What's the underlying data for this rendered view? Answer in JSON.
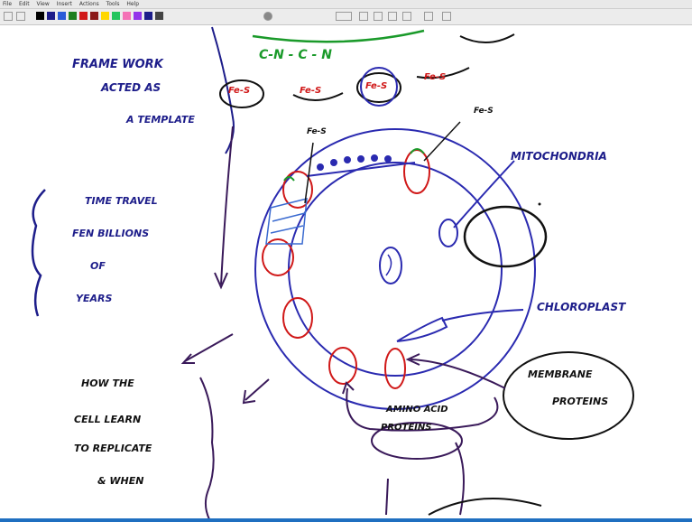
{
  "menu": {
    "items": [
      "File",
      "Edit",
      "View",
      "Insert",
      "Actions",
      "Tools",
      "Help"
    ]
  },
  "toolbar": {
    "colors": [
      "#000000",
      "#1d1d8a",
      "#2a5bd7",
      "#1e7f1e",
      "#d01818",
      "#8b1a1a",
      "#ffd700",
      "#22c55e",
      "#f472b6",
      "#9333ea",
      "#1d1d8a",
      "#444444"
    ]
  },
  "notes": {
    "framework": [
      "FRAME WORK",
      "ACTED AS",
      "A TEMPLATE"
    ],
    "cn": "C-N  -  C - N",
    "fes_labels": [
      "Fe-S",
      "Fe-S",
      "Fe-S",
      "Fe-S"
    ],
    "fes_small": [
      "Fe-S",
      "Fe-S"
    ],
    "time": [
      "TIME  TRAVEL",
      "FEN  BILLIONS",
      "OF",
      "YEARS"
    ],
    "mito": "MITOCHONDRIA",
    "chloro": "CHLOROPLAST",
    "membrane": [
      "MEMBRANE",
      "PROTEINS"
    ],
    "amino": [
      "AMINO  ACID",
      "PROTEINS"
    ],
    "cell": [
      "HOW  THE",
      "CELL  LEARN",
      "TO  REPLICATE",
      "&  WHEN"
    ]
  }
}
